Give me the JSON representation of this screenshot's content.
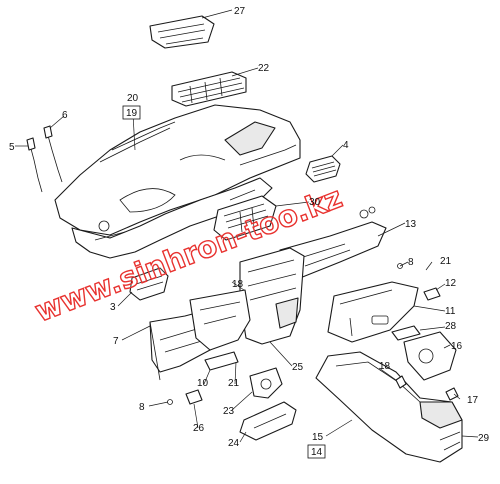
{
  "watermark": {
    "text": "www.sinhron-too.kz",
    "color": "#e8322f"
  },
  "callouts": {
    "c27": "27",
    "c22": "22",
    "c20": "20",
    "c19": "19",
    "c6": "6",
    "c5": "5",
    "c4": "4",
    "c30": "30",
    "c13": "13",
    "c21a": "21",
    "c8a": "8",
    "c12": "12",
    "c18a": "18",
    "c3": "3",
    "c11": "11",
    "c28": "28",
    "c7": "7",
    "c16": "16",
    "c25": "25",
    "c18b": "18",
    "c10": "10",
    "c21b": "21",
    "c17": "17",
    "c8b": "8",
    "c23": "23",
    "c26": "26",
    "c15": "15",
    "c14": "14",
    "c24": "24",
    "c29": "29"
  }
}
